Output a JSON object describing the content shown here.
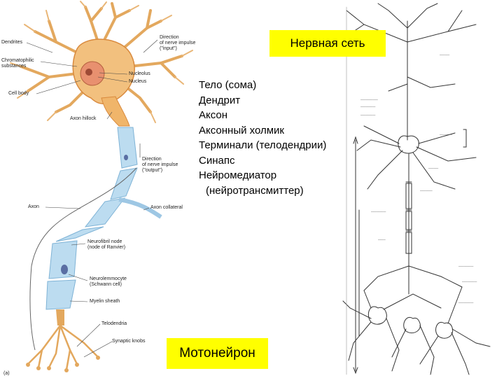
{
  "title_box": "Нервная сеть",
  "caption_box": "Мотонейрон",
  "terms": [
    "Тело (сома)",
    "Дендрит",
    "Аксон",
    "Аксонный холмик",
    "Терминали (телодендрии)",
    "Синапс",
    "Нейромедиатор",
    "(нейротрансмиттер)"
  ],
  "left_labels": {
    "dendrites": "Dendrites",
    "chromatophilic": "Chromatophilic",
    "substances": "substances",
    "cell_body": "Cell body",
    "axon_hillock": "Axon hillock",
    "nucleolus": "Nucleolus",
    "nucleus": "Nucleus",
    "dir_in_1": "Direction",
    "dir_in_2": "of nerve impulse",
    "dir_in_3": "(\"input\")",
    "dir_out_1": "Direction",
    "dir_out_2": "of nerve impulse",
    "dir_out_3": "(\"output\")",
    "axon": "Axon",
    "axon_collateral": "Axon collateral",
    "neurofibril_1": "Neurofibril node",
    "neurofibril_2": "(node of Ranvier)",
    "neurolemmocyte_1": "Neurolemmocyte",
    "neurolemmocyte_2": "(Schwann cell)",
    "myelin": "Myelin sheath",
    "telodendria": "Telodendria",
    "synaptic": "Synaptic knobs",
    "panel": "(a)"
  },
  "colors": {
    "highlight": "#ffff00",
    "soma": "#f2c07e",
    "soma_dark": "#d98a3e",
    "nucleus": "#e8906f",
    "myelin": "#bcdcf0",
    "myelin_dark": "#7fb3d6",
    "line": "#444444"
  }
}
